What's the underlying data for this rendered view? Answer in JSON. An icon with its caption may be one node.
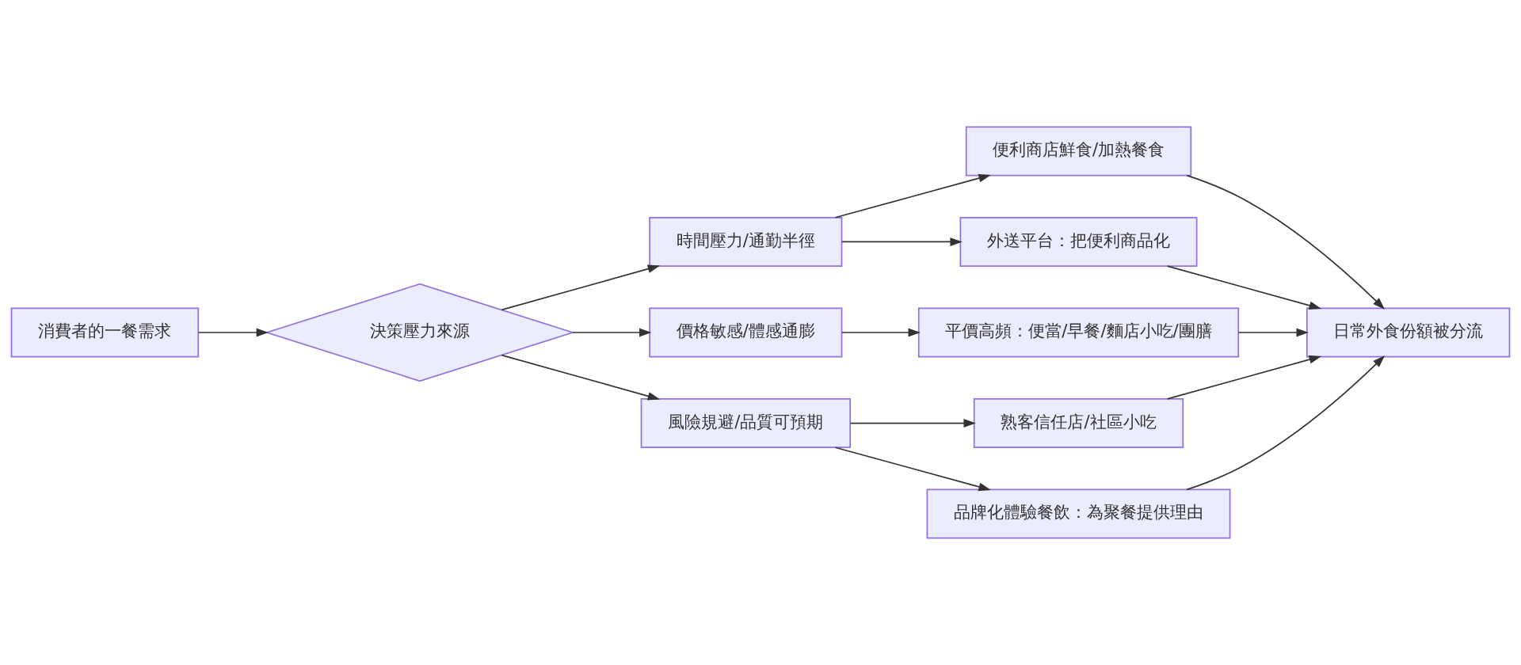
{
  "diagram": {
    "nodes": [
      {
        "text": [
          "消費者的一餐需求"
        ]
      },
      {
        "text": [
          "決策壓力來源"
        ]
      },
      {
        "text": [
          "時間壓力/通勤半徑"
        ]
      },
      {
        "text": [
          "價格敏感/體感通膨"
        ]
      },
      {
        "text": [
          "風險規避/品質可預期"
        ]
      },
      {
        "text": [
          "便利商店鮮食/加熱餐食"
        ]
      },
      {
        "text": [
          "外送平台：把便利商品化"
        ]
      },
      {
        "text": [
          "平價高頻：便當/早餐/麵店小吃/團膳"
        ]
      },
      {
        "text": [
          "熟客信任店/社區小吃"
        ]
      },
      {
        "text": [
          "品牌化體驗餐飲：為聚餐提供理由"
        ]
      },
      {
        "text": [
          "日常外食份額被分流"
        ]
      }
    ],
    "edges": [
      {
        "from": 0,
        "to": 1,
        "arrow": "to"
      },
      {
        "from": 1,
        "to": 2,
        "arrow": "to"
      },
      {
        "from": 1,
        "to": 3,
        "arrow": "to"
      },
      {
        "from": 1,
        "to": 4,
        "arrow": "to"
      },
      {
        "from": 2,
        "to": 5,
        "arrow": "to"
      },
      {
        "from": 2,
        "to": 6,
        "arrow": "to"
      },
      {
        "from": 3,
        "to": 7,
        "arrow": "to"
      },
      {
        "from": 4,
        "to": 8,
        "arrow": "to"
      },
      {
        "from": 4,
        "to": 9,
        "arrow": "to"
      },
      {
        "from": 5,
        "to": 10,
        "arrow": "to"
      },
      {
        "from": 6,
        "to": 10,
        "arrow": "to"
      },
      {
        "from": 7,
        "to": 10,
        "arrow": "to"
      },
      {
        "from": 8,
        "to": 10,
        "arrow": "to"
      },
      {
        "from": 9,
        "to": 10,
        "arrow": "to"
      }
    ]
  }
}
